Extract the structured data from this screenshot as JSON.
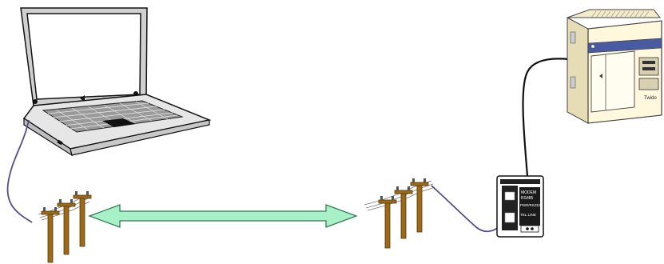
{
  "plc": {
    "brand_label": "Twido"
  },
  "modem": {
    "label_1": "MODEM",
    "label_2": "RS485",
    "label_3": "PWR/RS232",
    "label_4": "TEL.LINE"
  },
  "colors": {
    "arrow_fill": "#a8f0c8",
    "arrow_stroke": "#2a7a4a",
    "pole_wood": "#9a6a1a",
    "cable_purple": "#5a4a8a",
    "cable_black": "#111111",
    "plc_body": "#fff8dc"
  }
}
